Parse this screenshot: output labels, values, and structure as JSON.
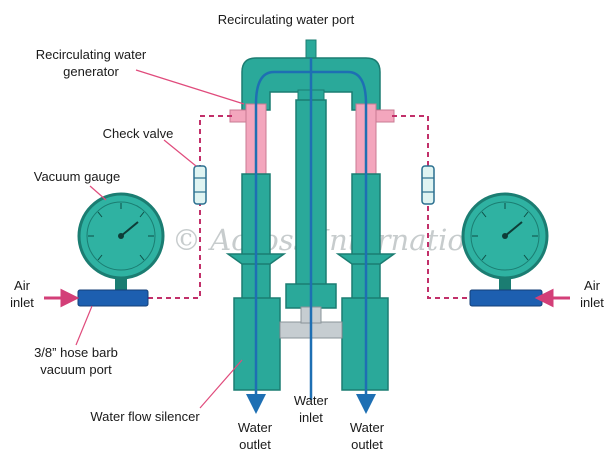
{
  "labels": {
    "recirculating_port": "Recirculating water port",
    "generator_line1": "Recirculating water",
    "generator_line2": "generator",
    "check_valve": "Check valve",
    "vacuum_gauge": "Vacuum gauge",
    "air_inlet_left_1": "Air",
    "air_inlet_left_2": "inlet",
    "air_inlet_right_1": "Air",
    "air_inlet_right_2": "inlet",
    "hose_barb_1": "3/8” hose barb",
    "hose_barb_2": "vacuum port",
    "silencer": "Water flow silencer",
    "water_outlet_left_1": "Water",
    "water_outlet_left_2": "outlet",
    "water_inlet_1": "Water",
    "water_inlet_2": "inlet",
    "water_outlet_right_1": "Water",
    "water_outlet_right_2": "outlet"
  },
  "watermark": "© Across International",
  "colors": {
    "body": "#2aa99a",
    "body_stroke": "#1b7d72",
    "pipe": "#1e6fb3",
    "pink": "#f3a6bd",
    "hose": "#c2306a",
    "gauge_face": "#2fb2a2",
    "blue_fitting": "#1d5fb0",
    "silver": "#c6cdd1",
    "arrow_pink": "#d33f78"
  }
}
